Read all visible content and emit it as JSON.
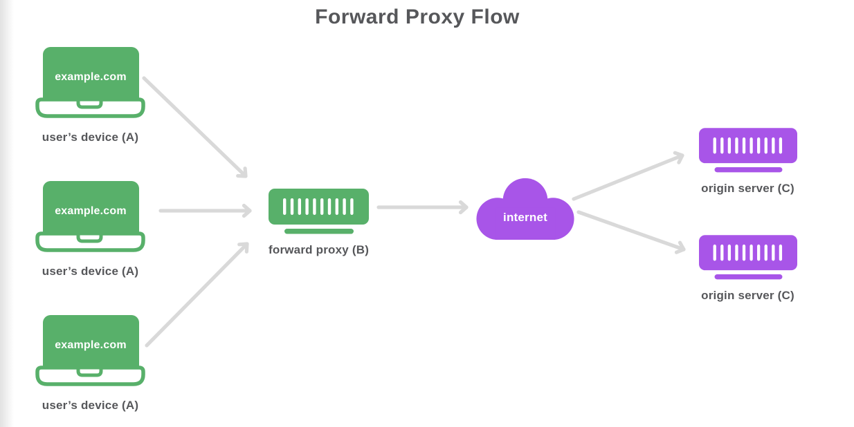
{
  "title": "Forward Proxy Flow",
  "colors": {
    "green": "#58b06a",
    "purple": "#a855e8",
    "arrow": "#d9d9d9",
    "label_text": "#56575a",
    "node_text": "#ffffff",
    "background": "#ffffff"
  },
  "nodes": {
    "devices": [
      {
        "screen_text": "example.com",
        "label": "user’s device (A)"
      },
      {
        "screen_text": "example.com",
        "label": "user’s device (A)"
      },
      {
        "screen_text": "example.com",
        "label": "user’s device (A)"
      }
    ],
    "proxy": {
      "label": "forward proxy (B)"
    },
    "internet": {
      "label": "internet"
    },
    "origins": [
      {
        "label": "origin server (C)"
      },
      {
        "label": "origin server (C)"
      }
    ]
  },
  "edges": [
    {
      "from": "user-device-1",
      "to": "forward-proxy"
    },
    {
      "from": "user-device-2",
      "to": "forward-proxy"
    },
    {
      "from": "user-device-3",
      "to": "forward-proxy"
    },
    {
      "from": "forward-proxy",
      "to": "internet"
    },
    {
      "from": "internet",
      "to": "origin-server-1"
    },
    {
      "from": "internet",
      "to": "origin-server-2"
    }
  ]
}
